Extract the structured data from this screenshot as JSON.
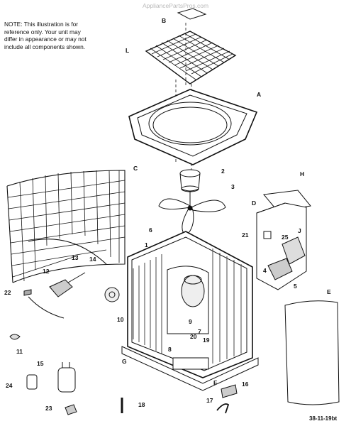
{
  "watermark": "AppliancePartsPros.com",
  "note": "NOTE:    This illustration is for\nreference only.   Your unit may\ndiffer in appearance or may not\ninclude all components shown.",
  "diagram_code": "38-11-19bt",
  "labels": {
    "B": "B",
    "L": "L",
    "A": "A",
    "C": "C",
    "H": "H",
    "D": "D",
    "E": "E",
    "F": "F",
    "G": "G",
    "J": "J",
    "n2": "2",
    "n3": "3",
    "n4": "4",
    "n5": "5",
    "n6": "6",
    "n7": "7",
    "n8": "8",
    "n9": "9",
    "n10": "10",
    "n1": "1",
    "n11": "11",
    "n12": "12",
    "n13": "13",
    "n14": "14",
    "n15": "15",
    "n16": "16",
    "n17": "17",
    "n18": "18",
    "n19": "19",
    "n20": "20",
    "n21": "21",
    "n22": "22",
    "n23": "23",
    "n24": "24",
    "n25": "25"
  }
}
